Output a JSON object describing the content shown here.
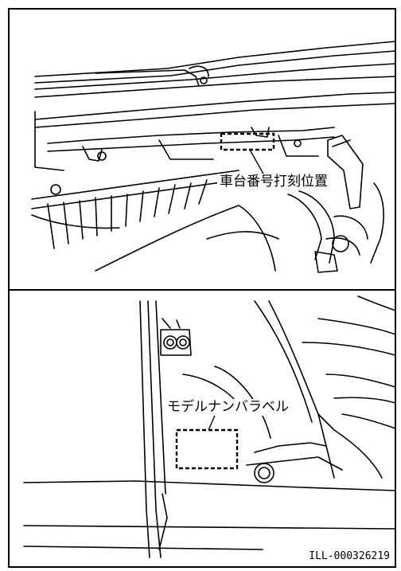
{
  "labels": {
    "top_callout": "車台番号打刻位置",
    "bottom_callout": "モデルナンバラベル",
    "illustration_code": "ILL-000326219"
  },
  "colors": {
    "line": "#000000",
    "background": "#ffffff"
  }
}
